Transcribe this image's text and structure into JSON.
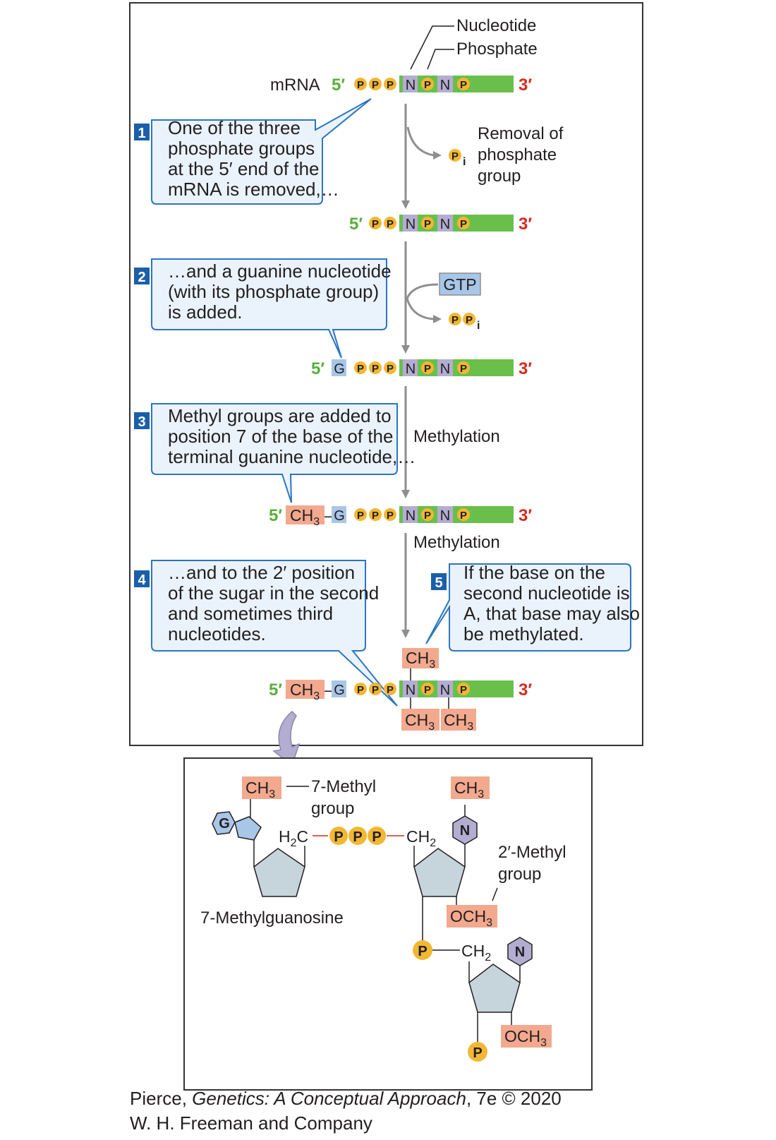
{
  "labels": {
    "nucleotide": "Nucleotide",
    "phosphate": "Phosphate",
    "mrna": "mRNA",
    "five_prime": "5′",
    "three_prime": "3′",
    "removal": [
      "Removal of",
      "phosphate",
      "group"
    ],
    "pi_sub": "i",
    "gtp": "GTP",
    "methylation": "Methylation",
    "p": "P",
    "n": "N",
    "g": "G",
    "ch": "CH",
    "sub3": "3",
    "sub2": "2",
    "och": "OCH",
    "h2c": "H",
    "h2c_c": "C",
    "dash": "–",
    "seven_methyl_group": [
      "7-Methyl",
      "group"
    ],
    "two_methyl_group": [
      "2′-Methyl",
      "group"
    ],
    "seven_methylguanosine": "7-Methylguanosine"
  },
  "steps": [
    {
      "num": "1",
      "lines": [
        "One of the three",
        "phosphate groups",
        "at the 5′ end of the",
        "mRNA is removed,…"
      ]
    },
    {
      "num": "2",
      "lines": [
        "…and a guanine nucleotide",
        "(with its phosphate group)",
        "is added."
      ]
    },
    {
      "num": "3",
      "lines": [
        "Methyl groups are added to",
        "position 7 of the base of the",
        "terminal guanine nucleotide,…"
      ]
    },
    {
      "num": "4",
      "lines": [
        "…and to the 2′ position",
        "of the sugar in the second",
        "and sometimes third",
        "nucleotides."
      ]
    },
    {
      "num": "5",
      "lines": [
        "If the base on the",
        "second nucleotide is",
        "A, that base may also",
        "be methylated."
      ]
    }
  ],
  "credit": {
    "line1_author": "Pierce, ",
    "line1_title": "Genetics: A Conceptual Approach",
    "line1_rest": ", 7e © 2020",
    "line2": "W. H. Freeman and Company"
  },
  "colors": {
    "green": "#6abf4b",
    "five_prime_green": "#5aaf3a",
    "three_prime_red": "#d52b1e",
    "phosphate_gold": "#f2b733",
    "nucleotide_lavender": "#b3aed1",
    "guanine_blue": "#a8c6e8",
    "methyl_salmon": "#f2a98e",
    "step_blue": "#1b5fa8",
    "callout_fill": "#eaf3fb",
    "callout_stroke": "#2c75c0",
    "sugar_gray": "#c6d4db",
    "arrow_gray": "#8e8e8e"
  }
}
